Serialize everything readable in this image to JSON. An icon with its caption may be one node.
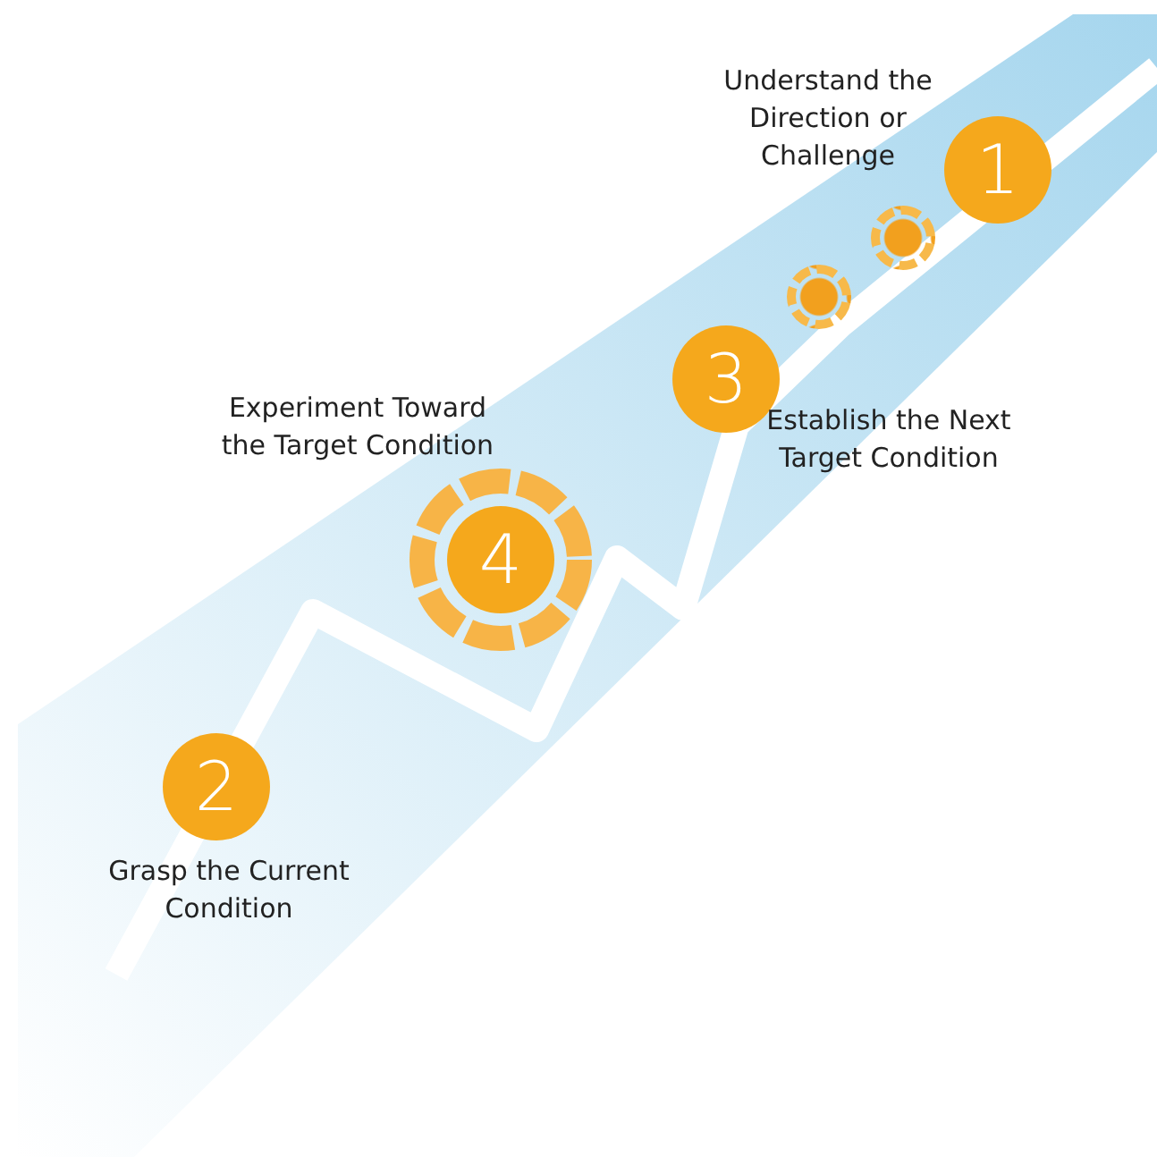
{
  "diagram": {
    "nodes": [
      {
        "text": [
          "1"
        ],
        "beside": [
          "Understand the Direction or Challenge"
        ]
      },
      {
        "text": [],
        "shape": "circle"
      },
      {
        "text": [],
        "shape": "circle"
      },
      {
        "text": [
          "3"
        ],
        "beside": [
          "Establish the Next Target Condition"
        ]
      },
      {
        "text": [
          "4"
        ],
        "beside": [
          "Experiment Toward the Target Condition"
        ]
      },
      {
        "text": [
          "2"
        ],
        "beside": [
          "Grasp the Current Condition"
        ]
      }
    ],
    "edges": []
  }
}
